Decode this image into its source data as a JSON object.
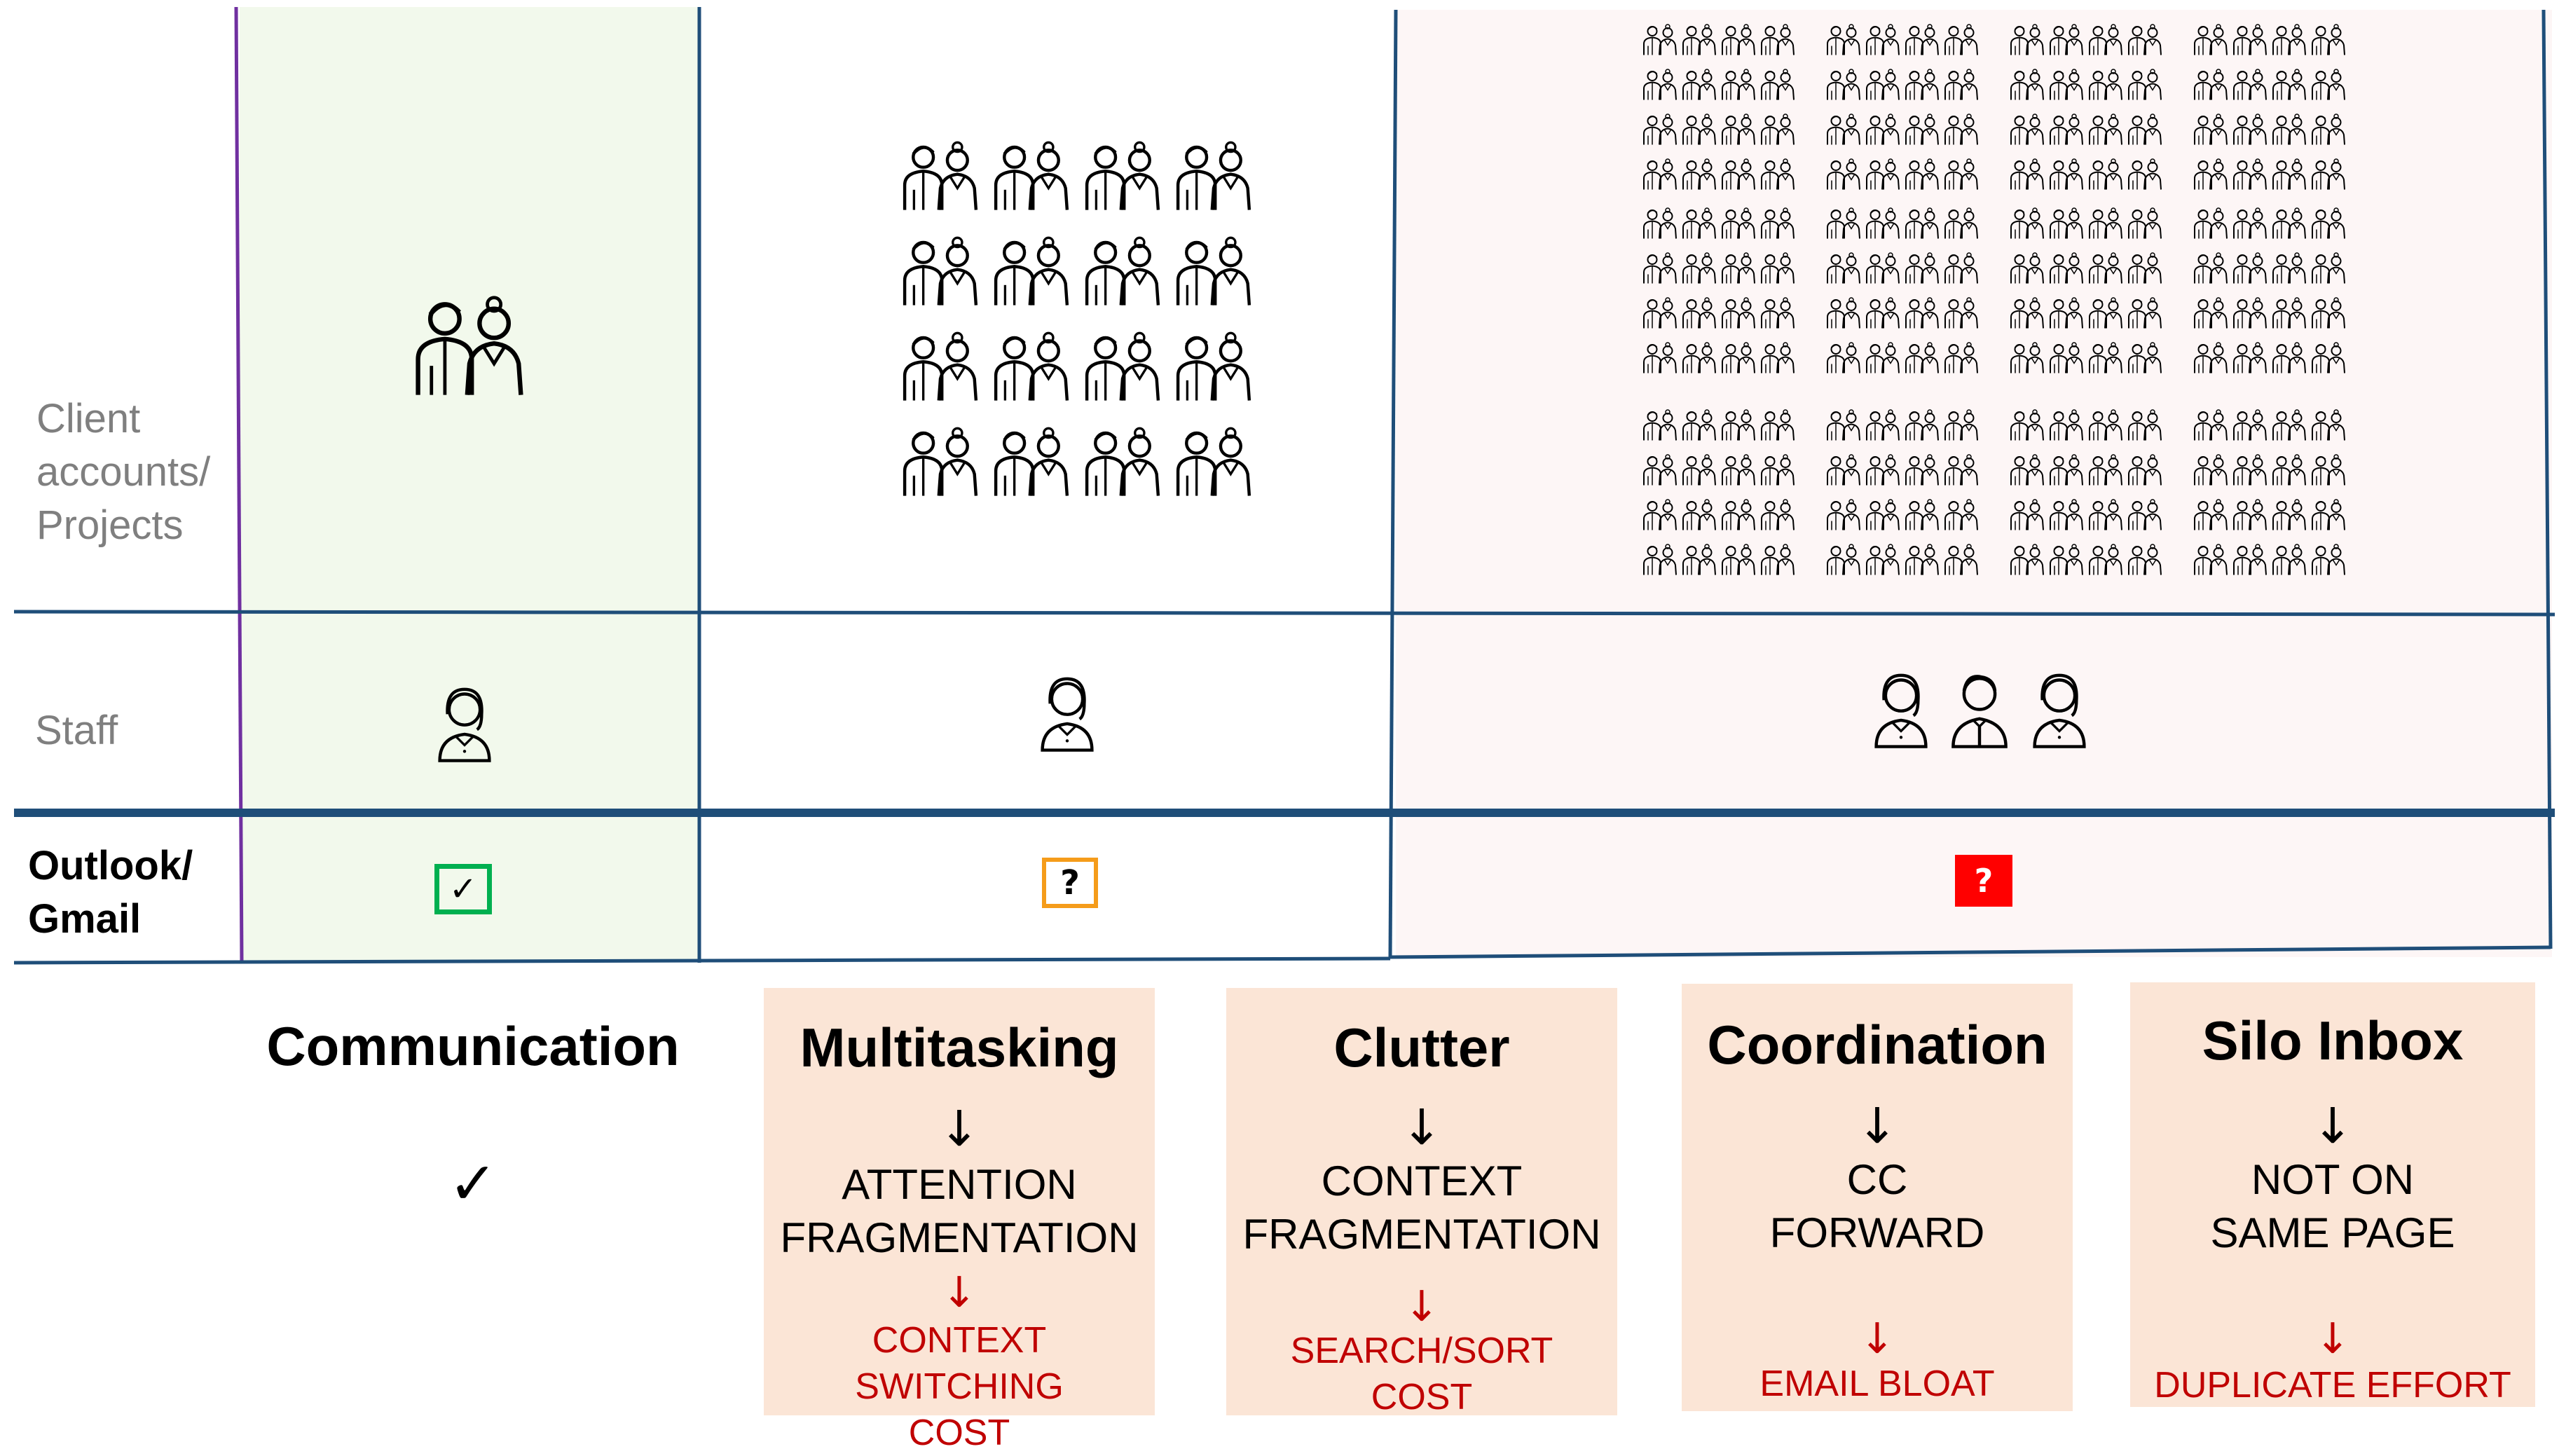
{
  "rows": {
    "clients_label": "Client\naccounts/\nProjects",
    "staff_label": "Staff",
    "tool_label": "Outlook/\nGmail"
  },
  "status": {
    "col1": "✓",
    "col2": "?",
    "col3": "?"
  },
  "columns": [
    {
      "title": "Communication",
      "arrow": "",
      "main": "✓",
      "red_arrow": "",
      "red": ""
    },
    {
      "title": "Multitasking",
      "arrow": "↓",
      "main": "ATTENTION\nFRAGMENTATION",
      "red_arrow": "↓",
      "red": "CONTEXT SWITCHING\nCOST"
    },
    {
      "title": "Clutter",
      "arrow": "↓",
      "main": "CONTEXT\nFRAGMENTATION",
      "red_arrow": "↓",
      "red": "SEARCH/SORT\nCOST"
    },
    {
      "title": "Coordination",
      "arrow": "↓",
      "main": "CC\nFORWARD",
      "red_arrow": "↓",
      "red": "EMAIL BLOAT"
    },
    {
      "title": "Silo Inbox",
      "arrow": "↓",
      "main": "NOT ON\nSAME PAGE",
      "red_arrow": "↓",
      "red": "DUPLICATE EFFORT"
    }
  ],
  "colors": {
    "col1_bg": "#f2f9ec",
    "col3_bg": "#fdf6f6",
    "card_bg": "#fbe5d6",
    "line": "#1f4e79",
    "purple": "#7030a0",
    "check_border": "#00b050",
    "q_orange": "#f59c1a",
    "q_red": "#ff0000",
    "red_text": "#c00000"
  },
  "icons": {
    "couple": "couple-icon",
    "woman": "woman-staff-icon",
    "man": "man-staff-icon"
  }
}
